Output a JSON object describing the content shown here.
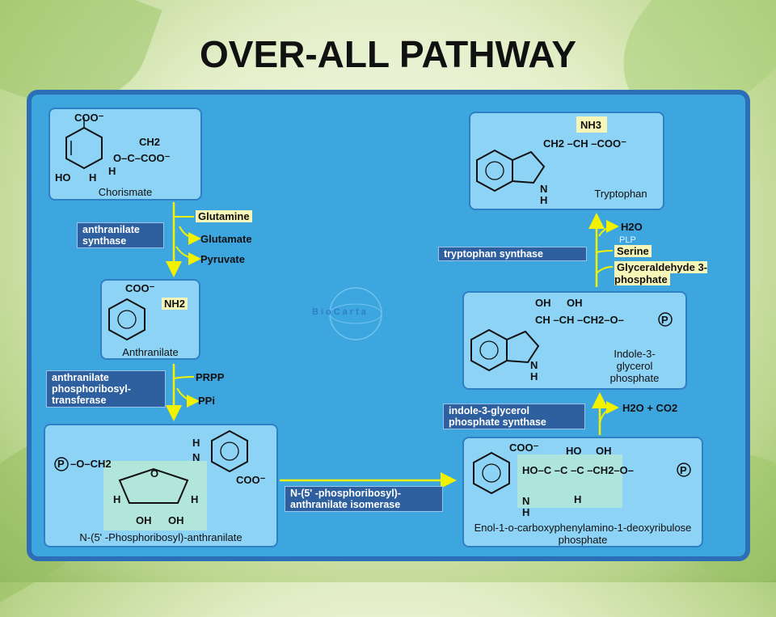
{
  "title": "OVER-ALL PATHWAY",
  "logo": "BioCarta",
  "colors": {
    "panel": "#3ea6df",
    "box": "#8cd3f5",
    "enzyme": "#2e5f9e",
    "arrow": "#f2f200",
    "highlight": "#f7f6b9"
  },
  "compounds": {
    "chorismate": "Chorismate",
    "anthranilate": "Anthranilate",
    "prpp_anthranilate": "N-(5' -Phosphoribosyl)-anthranilate",
    "enol": "Enol-1-o-carboxyphenylamino-1-deoxyribulose phosphate",
    "indole_glycerol_phosphate": "Indole-3-glycerol phosphate",
    "tryptophan": "Tryptophan"
  },
  "enzymes": {
    "anthranilate_synthase": "anthranilate synthase",
    "phosphoribosyl_transferase": "anthranilate phosphoribosyl-transferase",
    "isomerase": "N-(5' -phosphoribosyl)-anthranilate isomerase",
    "igp_synthase": "indole-3-glycerol phosphate synthase",
    "tryptophan_synthase": "tryptophan synthase"
  },
  "cosubstrates": {
    "glutamine": "Glutamine",
    "glutamate": "Glutamate",
    "pyruvate": "Pyruvate",
    "prpp": "PRPP",
    "ppi": "PPi",
    "h2o_co2": "H2O + CO2",
    "h2o": "H2O",
    "plp": "PLP",
    "serine": "Serine",
    "g3p": "Glyceraldehyde 3-phosphate"
  },
  "formula_text": {
    "coo": "COO⁻",
    "nh2": "NH2",
    "nh3": "NH3",
    "oh": "OH",
    "nh": "NH",
    "ho": "HO",
    "h": "H",
    "n": "N",
    "o": "O",
    "p": "P",
    "ch2": "CH2",
    "ch": "CH",
    "c": "C",
    "chorismate_side": "O–C–COO⁻",
    "chorismate_ho": "HO",
    "trp_chain": "CH2 –CH –COO⁻",
    "igp_chain": "CH –CH –CH2–O–",
    "enol_chain": "HO–C –C –C –CH2–O–",
    "prpp_chain": "–O–CH2"
  }
}
